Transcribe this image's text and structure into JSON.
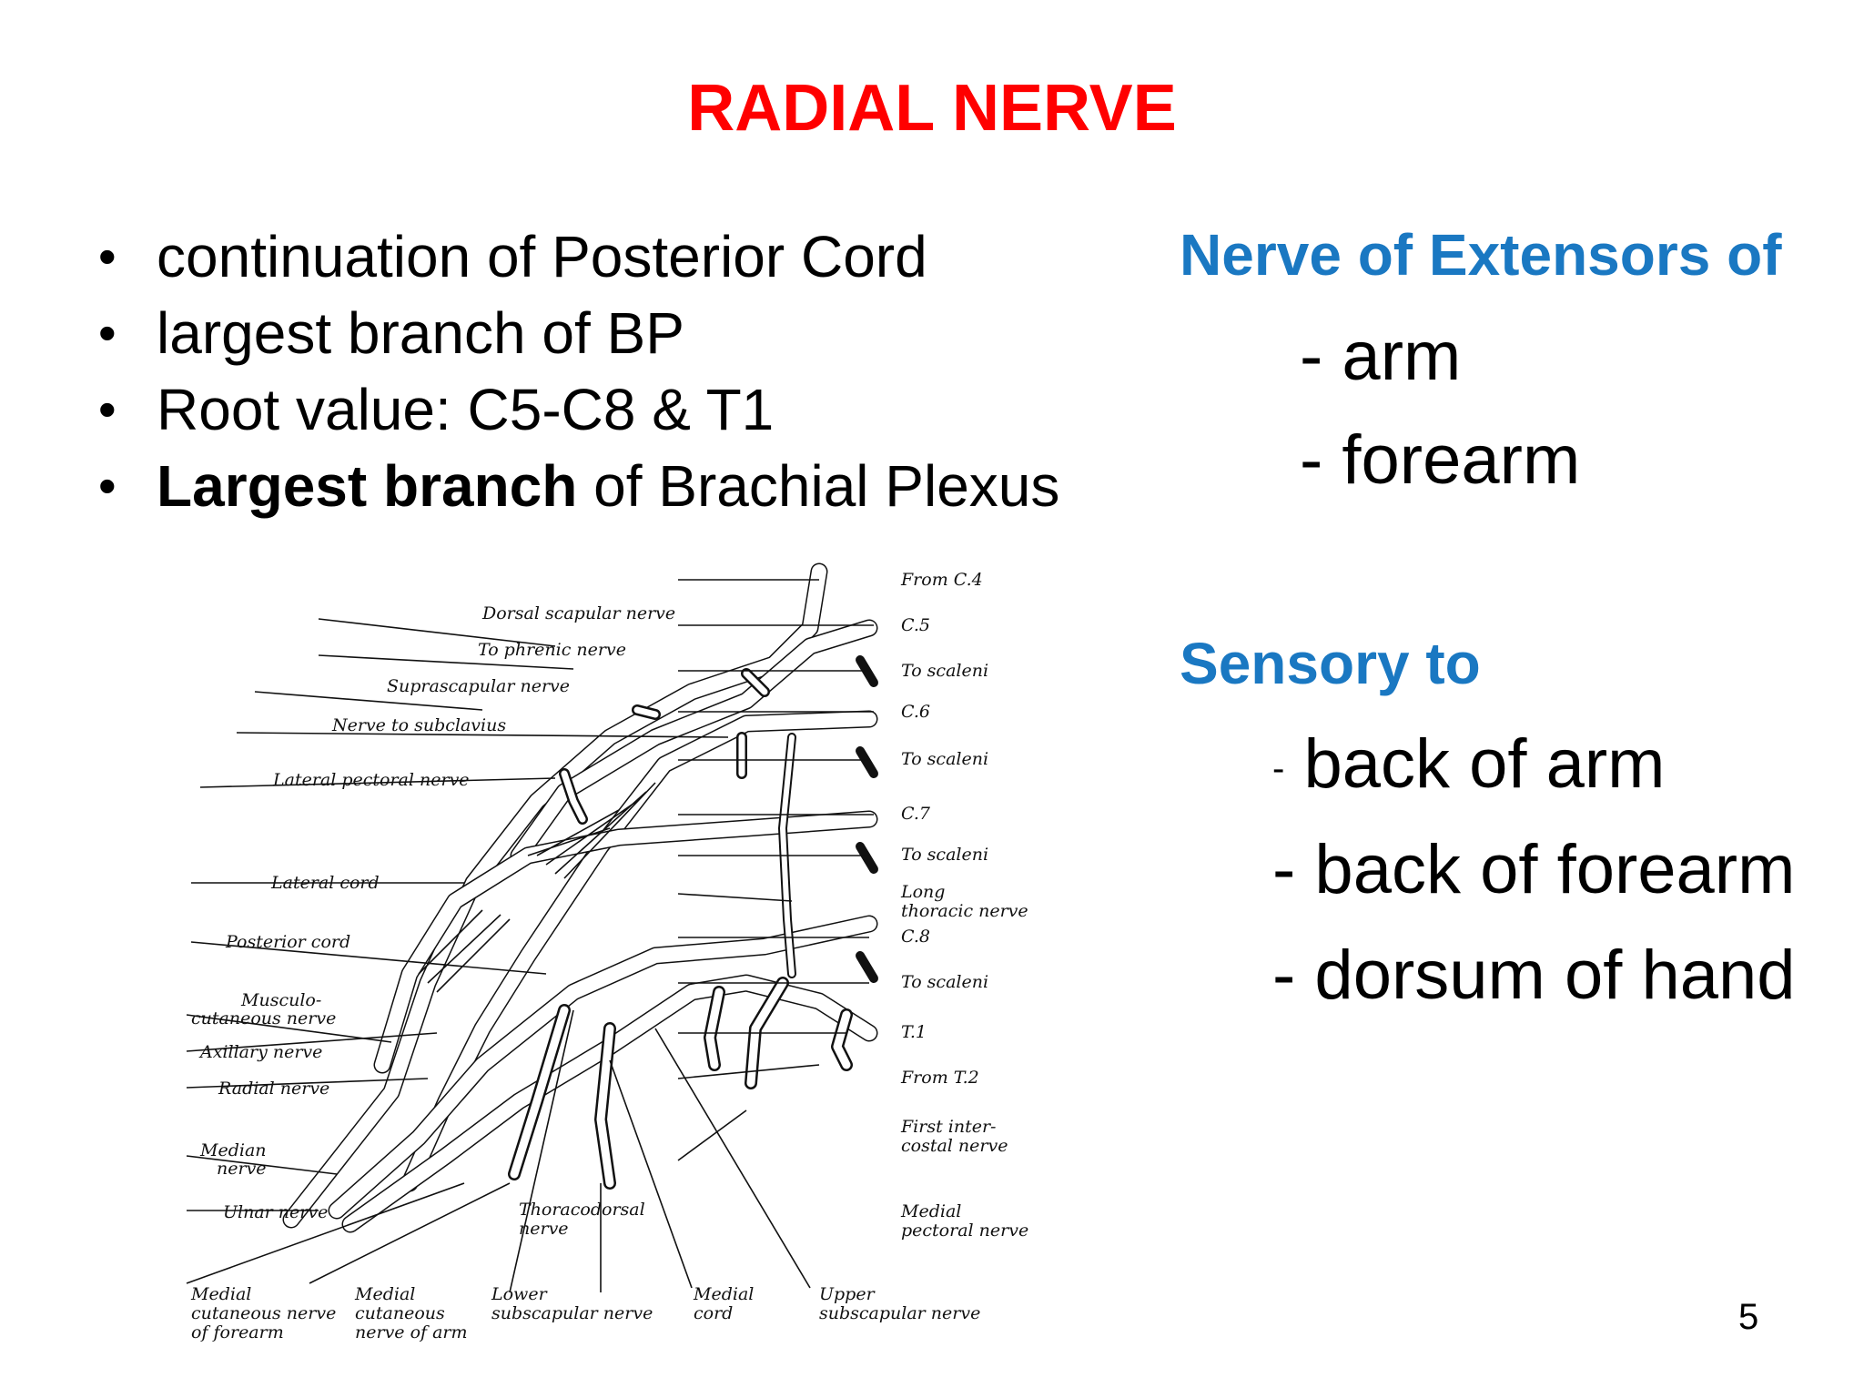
{
  "title": "RADIAL NERVE",
  "bullets": [
    {
      "bold": "",
      "text": "continuation of Posterior Cord"
    },
    {
      "bold": "",
      "text": "largest branch of BP"
    },
    {
      "bold": "",
      "text": "Root value: C5-C8 & T1"
    },
    {
      "bold": "Largest branch",
      "text": " of Brachial Plexus"
    }
  ],
  "extensors": {
    "heading": "Nerve of Extensors of",
    "items": [
      "- arm",
      "- forearm"
    ]
  },
  "sensory": {
    "heading": "Sensory to",
    "first_dash": "-",
    "first_text": " back of arm",
    "items": [
      "- back of forearm",
      "- dorsum of hand"
    ]
  },
  "diagram_labels": {
    "from_c4": "From C.4",
    "c5": "C.5",
    "to_scaleni_1": "To scaleni",
    "c6": "C.6",
    "to_scaleni_2": "To scaleni",
    "c7": "C.7",
    "to_scaleni_3": "To scaleni",
    "long_thoracic_1": "Long",
    "long_thoracic_2": "thoracic nerve",
    "c8": "C.8",
    "to_scaleni_4": "To scaleni",
    "t1": "T.1",
    "from_t2": "From T.2",
    "first_intercostal_1": "First inter-",
    "first_intercostal_2": "costal nerve",
    "medial_pectoral_1": "Medial",
    "medial_pectoral_2": "pectoral nerve",
    "dorsal_scapular": "Dorsal scapular nerve",
    "to_phrenic": "To phrenic nerve",
    "suprascapular": "Suprascapular nerve",
    "nerve_to_subclavius": "Nerve to subclavius",
    "lateral_pectoral": "Lateral pectoral nerve",
    "lateral_cord": "Lateral cord",
    "posterior_cord": "Posterior cord",
    "musculocutaneous_1": "Musculo-",
    "musculocutaneous_2": "cutaneous nerve",
    "axillary": "Axillary nerve",
    "radial": "Radial nerve",
    "median_1": "Median",
    "median_2": "nerve",
    "ulnar": "Ulnar nerve",
    "thoracodorsal_1": "Thoracodorsal",
    "thoracodorsal_2": "nerve",
    "med_cut_forearm_1": "Medial",
    "med_cut_forearm_2": "cutaneous nerve",
    "med_cut_forearm_3": "of forearm",
    "med_cut_arm_1": "Medial",
    "med_cut_arm_2": "cutaneous",
    "med_cut_arm_3": "nerve of arm",
    "lower_subscap_1": "Lower",
    "lower_subscap_2": "subscapular nerve",
    "medial_cord_1": "Medial",
    "medial_cord_2": "cord",
    "upper_subscap_1": "Upper",
    "upper_subscap_2": "subscapular nerve"
  },
  "page_number": "5"
}
